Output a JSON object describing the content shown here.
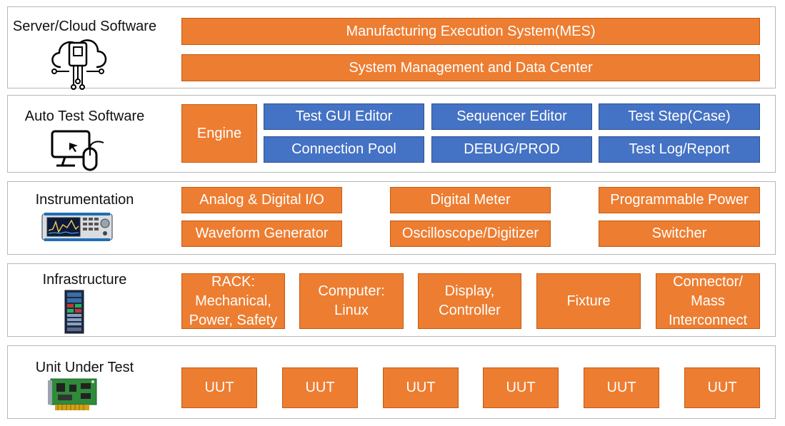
{
  "layers": {
    "server": {
      "title": "Server/Cloud Software",
      "boxes": [
        "Manufacturing Execution System(MES)",
        "System Management and Data Center"
      ]
    },
    "auto_test": {
      "title": "Auto Test Software",
      "engine": "Engine",
      "boxes": [
        "Test GUI Editor",
        "Sequencer Editor",
        "Test Step(Case)",
        "Connection Pool",
        "DEBUG/PROD",
        "Test Log/Report"
      ]
    },
    "instrumentation": {
      "title": "Instrumentation",
      "boxes": [
        "Analog & Digital I/O",
        "Digital Meter",
        "Programmable Power",
        "Waveform Generator",
        "Oscilloscope/Digitizer",
        "Switcher"
      ]
    },
    "infrastructure": {
      "title": "Infrastructure",
      "boxes": [
        "RACK:\nMechanical,\nPower, Safety",
        "Computer:\nLinux",
        "Display,\nController",
        "Fixture",
        "Connector/\nMass\nInterconnect"
      ]
    },
    "uut": {
      "title": "Unit Under Test",
      "boxes": [
        "UUT",
        "UUT",
        "UUT",
        "UUT",
        "UUT",
        "UUT"
      ]
    }
  },
  "colors": {
    "orange": "#ed7d31",
    "blue": "#4472c4",
    "border": "#b7b7b7"
  },
  "icons": [
    "cloud-chip-icon",
    "computer-mouse-icon",
    "instrument-icon",
    "server-rack-icon",
    "circuit-board-icon"
  ]
}
